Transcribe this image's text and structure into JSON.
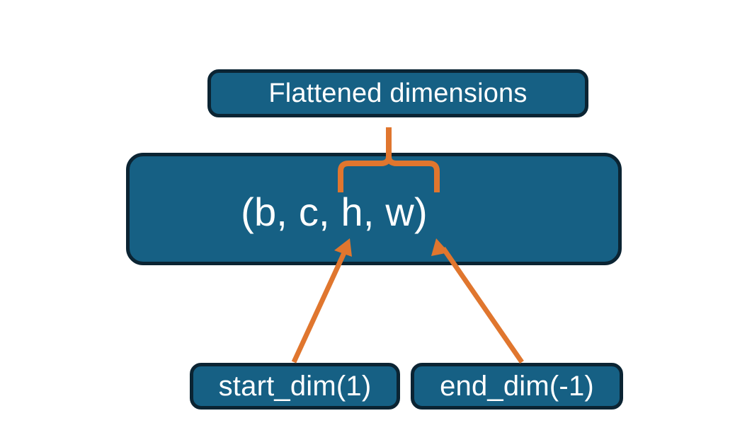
{
  "diagram": {
    "title": "torch flatten dimensions diagram",
    "background_color": "#ffffff",
    "node_fill_color": "#166084",
    "node_border_color": "#0b2433",
    "node_text_color": "#ffffff",
    "annotation_color": "#e0762e",
    "nodes": {
      "flattened": {
        "label": "Flattened dimensions"
      },
      "shape": {
        "label": "(b, c, h, w)"
      },
      "start_dim": {
        "label": "start_dim(1)"
      },
      "end_dim": {
        "label": "end_dim(-1)"
      }
    },
    "annotations": {
      "brace": {
        "name": "curly-brace-up",
        "covers": "c, h, w"
      },
      "arrow_start": {
        "name": "arrow-start-dim",
        "from": "start_dim(1)",
        "to": "c"
      },
      "arrow_end": {
        "name": "arrow-end-dim",
        "from": "end_dim(-1)",
        "to": "w"
      }
    }
  }
}
